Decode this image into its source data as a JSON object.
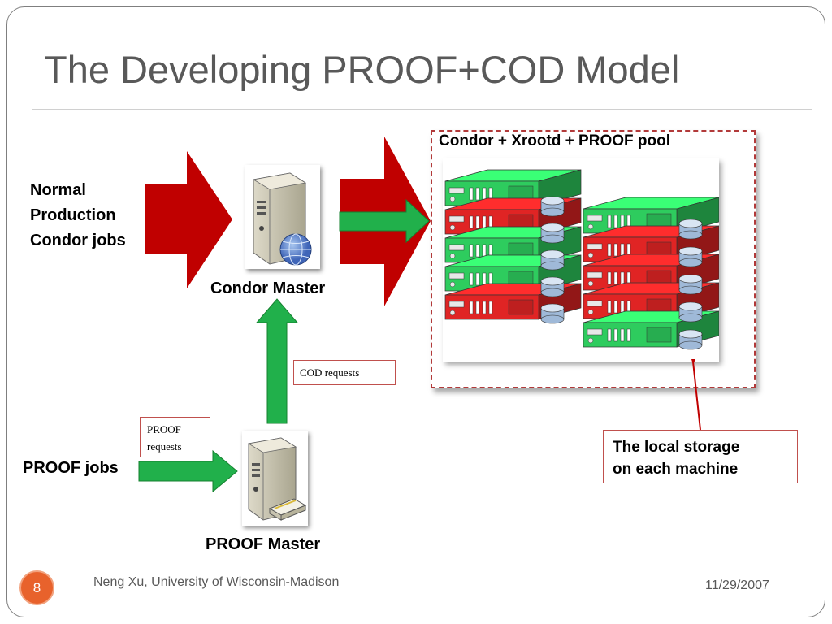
{
  "slide": {
    "title": "The Developing PROOF+COD Model",
    "page_number": "8",
    "footer_author": "Neng Xu, University of Wisconsin-Madison",
    "footer_date": "11/29/2007"
  },
  "diagram": {
    "normal_jobs_lines": [
      "Normal",
      "Production",
      "Condor jobs"
    ],
    "condor_master_label": "Condor Master",
    "proof_master_label": "PROOF Master",
    "proof_jobs_label": "PROOF jobs",
    "cod_requests_label": "COD requests",
    "proof_requests_lines": [
      "PROOF",
      "requests"
    ],
    "pool_title": "Condor + Xrootd + PROOF pool",
    "local_storage_lines": [
      "The local storage",
      "on each machine"
    ]
  },
  "colors": {
    "red_arrow": "#c00000",
    "green_arrow": "#21b04b",
    "server_green": "#2ecc5e",
    "server_red": "#e02424",
    "badge": "#e8622c",
    "title_text": "#595959"
  },
  "icons": [
    "server-globe-icon",
    "server-drive-icon",
    "disk-icon",
    "rack-server-icon"
  ]
}
